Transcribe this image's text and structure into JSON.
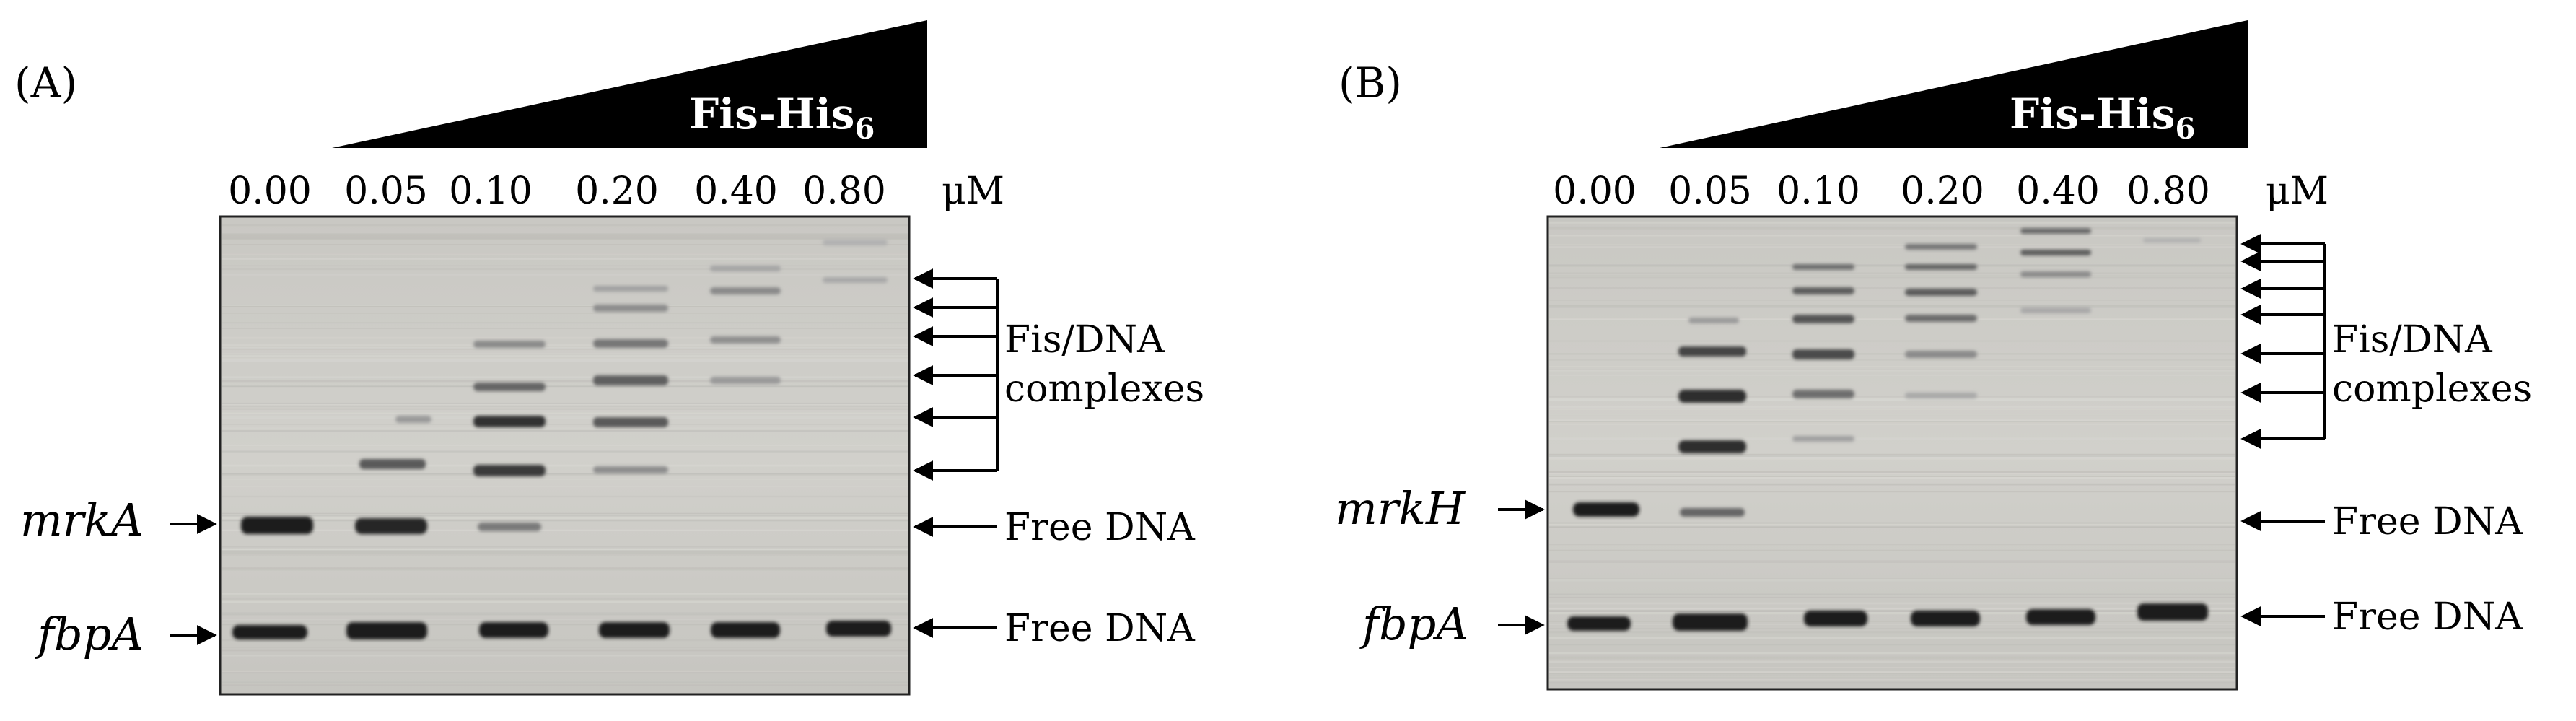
{
  "panels": [
    {
      "id": "A",
      "label": "(A)",
      "protein": "Fis-His",
      "protein_sub": "6",
      "unit": "μM",
      "concentrations": [
        "0.00",
        "0.05",
        "0.10",
        "0.20",
        "0.40",
        "0.80"
      ],
      "target_gene": "mrkA",
      "control_gene": "fbpA",
      "complex_label_line1": "Fis/DNA",
      "complex_label_line2": "complexes",
      "free_label_target": "Free DNA",
      "free_label_control": "Free DNA"
    },
    {
      "id": "B",
      "label": "(B)",
      "protein": "Fis-His",
      "protein_sub": "6",
      "unit": "μM",
      "concentrations": [
        "0.00",
        "0.05",
        "0.10",
        "0.20",
        "0.40",
        "0.80"
      ],
      "target_gene": "mrkH",
      "control_gene": "fbpA",
      "complex_label_line1": "Fis/DNA",
      "complex_label_line2": "complexes",
      "free_label_target": "Free DNA",
      "free_label_control": "Free DNA"
    }
  ]
}
